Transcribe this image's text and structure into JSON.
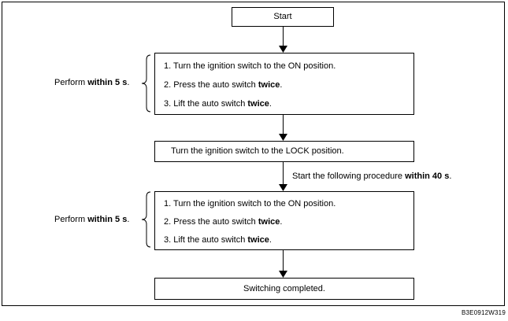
{
  "start": "Start",
  "group1": {
    "note_prefix": "Perform ",
    "note_bold": "within 5 s",
    "note_suffix": ".",
    "steps": [
      {
        "text": "1. Turn the ignition switch to the ON position.",
        "bold": "",
        "end": ""
      },
      {
        "text": "2. Press the auto switch ",
        "bold": "twice",
        "end": "."
      },
      {
        "text": "3. Lift the auto switch ",
        "bold": "twice",
        "end": "."
      }
    ]
  },
  "lock_step": "Turn the ignition switch to the LOCK position.",
  "transition": {
    "prefix": "Start the following procedure ",
    "bold": "within 40 s",
    "suffix": "."
  },
  "group2": {
    "note_prefix": "Perform ",
    "note_bold": "within 5 s",
    "note_suffix": ".",
    "steps": [
      {
        "text": "1. Turn the ignition switch to the ON position.",
        "bold": "",
        "end": ""
      },
      {
        "text": "2. Press the auto switch ",
        "bold": "twice",
        "end": "."
      },
      {
        "text": "3. Lift the auto switch ",
        "bold": "twice",
        "end": "."
      }
    ]
  },
  "end": "Switching completed.",
  "figure_code": "B3E0912W319"
}
